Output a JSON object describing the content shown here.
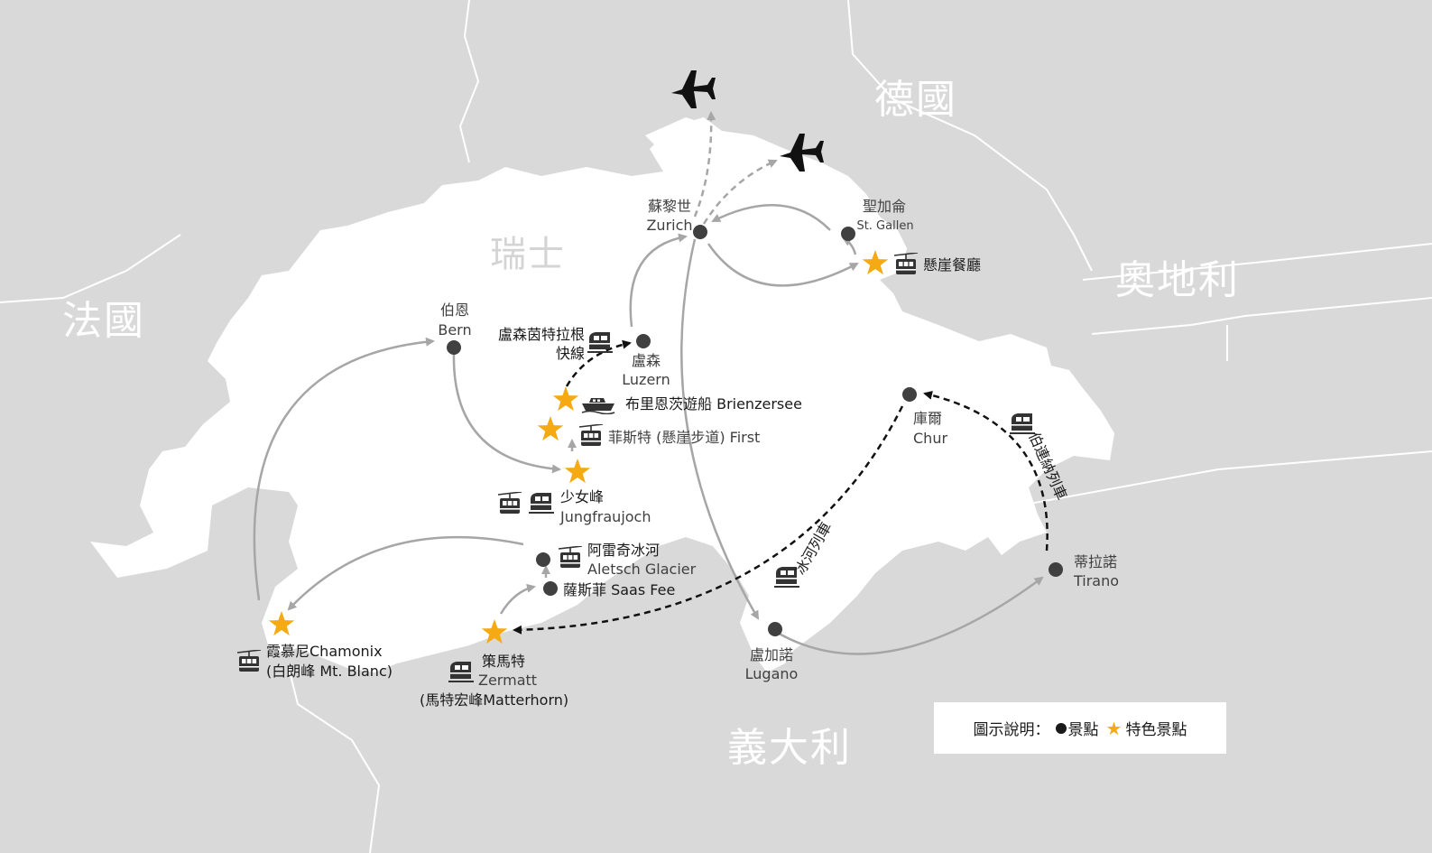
{
  "countries": {
    "germany": "德國",
    "france": "法國",
    "austria": "奧地利",
    "italy": "義大利",
    "switzerland": "瑞士"
  },
  "places": {
    "zurich": {
      "zh": "蘇黎世",
      "en": "Zurich"
    },
    "st_gallen": {
      "zh": "聖加侖",
      "en": "St. Gallen"
    },
    "cliff_restaurant": {
      "zh": "懸崖餐廳"
    },
    "bern": {
      "zh": "伯恩",
      "en": "Bern"
    },
    "luzern_express": {
      "line1": "盧森茵特拉根",
      "line2": "快線"
    },
    "luzern": {
      "zh": "盧森",
      "en": "Luzern"
    },
    "brienzersee": {
      "text": "布里恩茨遊船 Brienzersee"
    },
    "first": {
      "text": "菲斯特 (懸崖步道) First"
    },
    "jungfraujoch": {
      "zh": "少女峰",
      "en": "Jungfraujoch"
    },
    "chur": {
      "zh": "庫爾",
      "en": "Chur"
    },
    "bernina": {
      "text": "伯連納列車"
    },
    "glacier_express": {
      "text": "冰河列車"
    },
    "aletsch": {
      "zh": "阿雷奇冰河",
      "en": "Aletsch Glacier"
    },
    "saas_fee": {
      "text": "薩斯菲 Saas Fee"
    },
    "tirano": {
      "zh": "蒂拉諾",
      "en": "Tirano"
    },
    "chamonix": {
      "line1": "霞慕尼Chamonix",
      "line2": "(白朗峰 Mt. Blanc)"
    },
    "zermatt": {
      "zh": "策馬特",
      "en": "Zermatt",
      "line3": "(馬特宏峰Matterhorn)"
    },
    "lugano": {
      "zh": "盧加諾",
      "en": "Lugano"
    }
  },
  "legend": {
    "title": "圖示說明：",
    "dot_label": "景點",
    "star_label": "特色景點"
  },
  "colors": {
    "background": "#d9d9d9",
    "land_switzerland": "#ffffff",
    "border": "#ffffff",
    "route": "#a6a6a6",
    "train_route": "#111111",
    "star": "#f5a913",
    "text": "#404040"
  },
  "icons": [
    "airplane-icon",
    "cable-car-icon",
    "train-icon",
    "boat-icon",
    "star-icon",
    "dot-icon"
  ]
}
